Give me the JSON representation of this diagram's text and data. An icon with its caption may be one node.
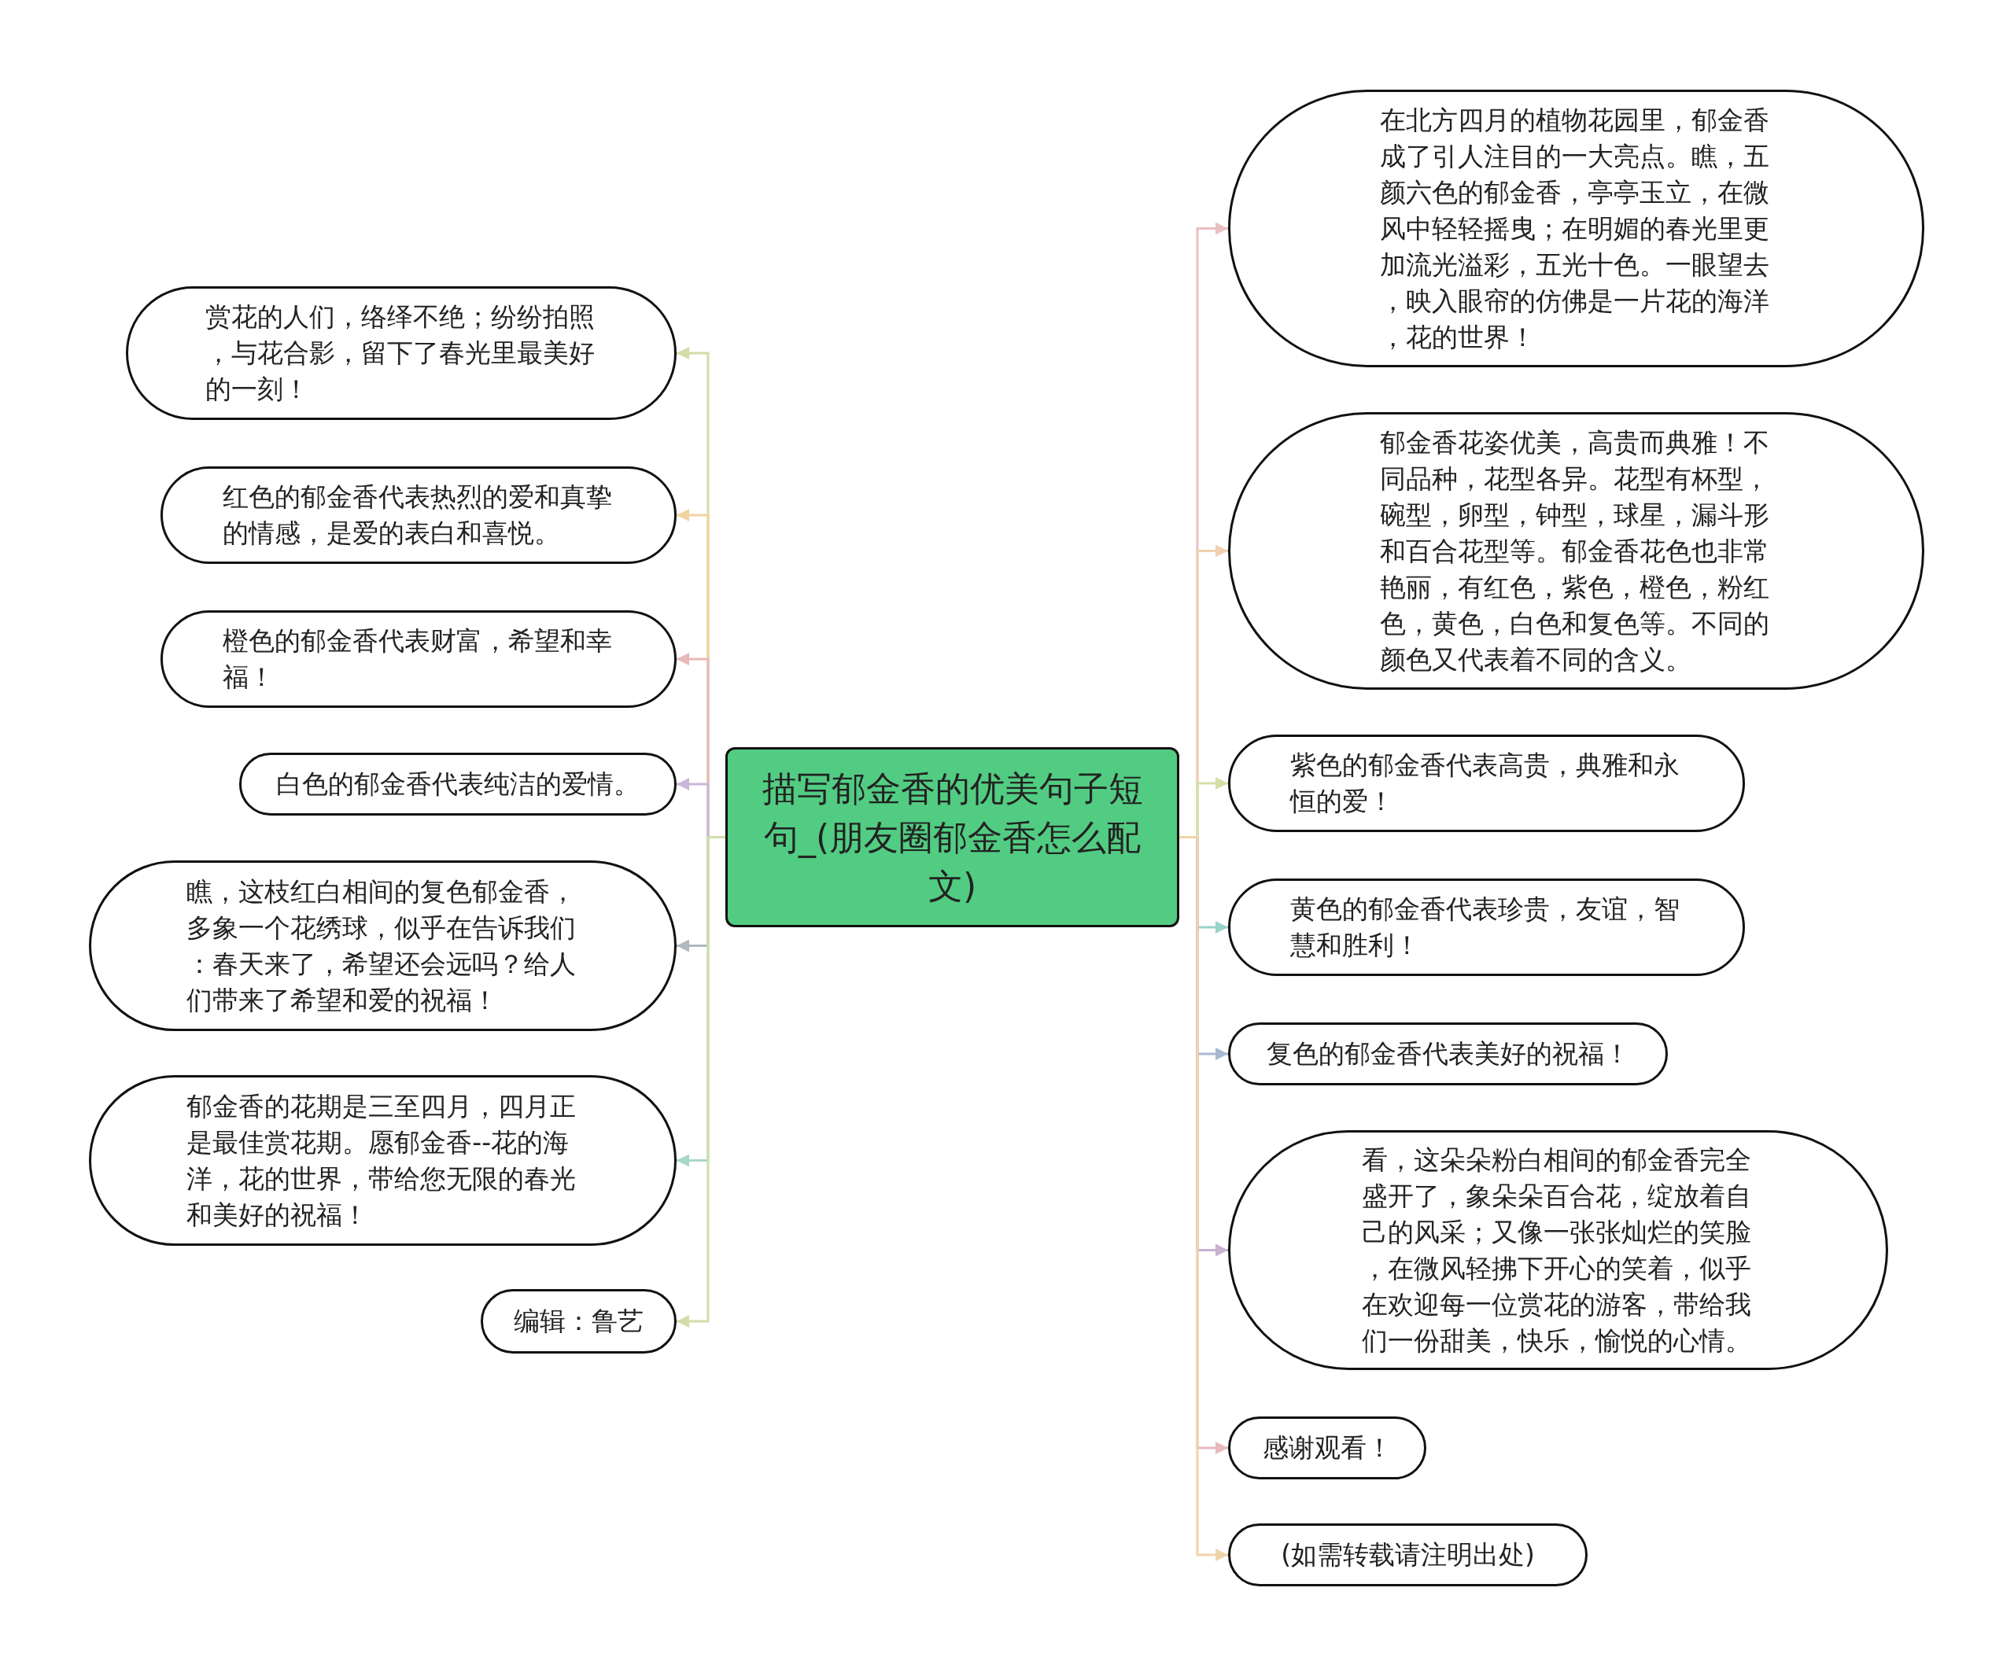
{
  "diagram": {
    "nodes": [
      {
        "text": [
          "描写郁金香的优美句子短句_(朋友圈郁金香怎么配文)"
        ]
      },
      {
        "text": [
          "赏花的人们，络绎不绝；纷纷拍照，与花合影，留下了春光里最美好的一刻！"
        ]
      },
      {
        "text": [
          "红色的郁金香代表热烈的爱和真挚的情感，是爱的表白和喜悦。"
        ]
      },
      {
        "text": [
          "橙色的郁金香代表财富，希望和幸福！"
        ]
      },
      {
        "text": [
          "白色的郁金香代表纯洁的爱情。"
        ]
      },
      {
        "text": [
          "瞧，这枝红白相间的复色郁金香，多象一个花绣球，似乎在告诉我们：春天来了，希望还会远吗？给人们带来了希望和爱的祝福！"
        ]
      },
      {
        "text": [
          "郁金香的花期是三至四月，四月正是最佳赏花期。愿郁金香--花的海洋，花的世界，带给您无限的春光和美好的祝福！"
        ]
      },
      {
        "text": [
          "编辑：鲁艺"
        ]
      },
      {
        "text": [
          "在北方四月的植物花园里，郁金香成了引人注目的一大亮点。瞧，五颜六色的郁金香，亭亭玉立，在微风中轻轻摇曳；在明媚的春光里更加流光溢彩，五光十色。一眼望去，映入眼帘的仿佛是一片花的海洋，花的世界！"
        ]
      },
      {
        "text": [
          "郁金香花姿优美，高贵而典雅！不同品种，花型各异。花型有杯型，碗型，卵型，钟型，球星，漏斗形和百合花型等。郁金香花色也非常艳丽，有红色，紫色，橙色，粉红色，黄色，白色和复色等。不同的颜色又代表着不同的含义。"
        ]
      },
      {
        "text": [
          "紫色的郁金香代表高贵，典雅和永恒的爱！"
        ]
      },
      {
        "text": [
          "黄色的郁金香代表珍贵，友谊，智慧和胜利！"
        ]
      },
      {
        "text": [
          "复色的郁金香代表美好的祝福！"
        ]
      },
      {
        "text": [
          "看，这朵朵粉白相间的郁金香完全盛开了，象朵朵百合花，绽放着自己的风采；又像一张张灿烂的笑脸，在微风轻拂下开心的笑着，似乎在欢迎每一位赏花的游客，带给我们一份甜美，快乐，愉悦的心情。"
        ]
      },
      {
        "text": [
          "感谢观看！"
        ]
      },
      {
        "text": [
          "(如需转载请注明出处)"
        ]
      }
    ],
    "edges": [
      {
        "from": 0,
        "to": 1,
        "arrow": "to",
        "color": "#d4dca8"
      },
      {
        "from": 0,
        "to": 2,
        "arrow": "to",
        "color": "#f0d4a0"
      },
      {
        "from": 0,
        "to": 3,
        "arrow": "to",
        "color": "#e8b8b8"
      },
      {
        "from": 0,
        "to": 4,
        "arrow": "to",
        "color": "#c8b8d8"
      },
      {
        "from": 0,
        "to": 5,
        "arrow": "to",
        "color": "#b0b8c0"
      },
      {
        "from": 0,
        "to": 6,
        "arrow": "to",
        "color": "#a8d8c8"
      },
      {
        "from": 0,
        "to": 7,
        "arrow": "to",
        "color": "#d4dca8"
      },
      {
        "from": 0,
        "to": 8,
        "arrow": "to",
        "color": "#e8c0c0"
      },
      {
        "from": 0,
        "to": 9,
        "arrow": "to",
        "color": "#f0d0b0"
      },
      {
        "from": 0,
        "to": 10,
        "arrow": "to",
        "color": "#d4e0a8"
      },
      {
        "from": 0,
        "to": 11,
        "arrow": "to",
        "color": "#98d4c8"
      },
      {
        "from": 0,
        "to": 12,
        "arrow": "to",
        "color": "#a8b8d0"
      },
      {
        "from": 0,
        "to": 13,
        "arrow": "to",
        "color": "#c8b0d0"
      },
      {
        "from": 0,
        "to": 14,
        "arrow": "to",
        "color": "#e8b8c0"
      },
      {
        "from": 0,
        "to": 15,
        "arrow": "to",
        "color": "#f0d4a8"
      }
    ]
  }
}
